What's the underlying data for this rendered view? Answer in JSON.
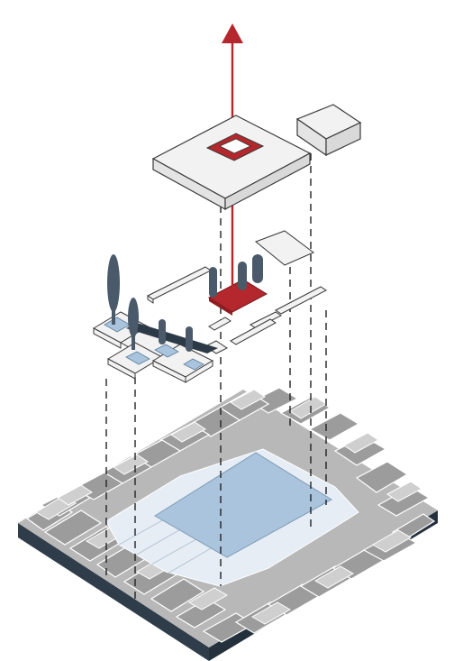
{
  "diagram": {
    "type": "exploded-axonometric",
    "layers": [
      {
        "id": "roof",
        "description": "courtyard-roof-block"
      },
      {
        "id": "annex",
        "description": "annex-box"
      },
      {
        "id": "ground-plan",
        "description": "pavilions-trees-walls"
      },
      {
        "id": "site",
        "description": "urban-block-with-open-plaza"
      }
    ],
    "colors": {
      "accent": "#b3272d",
      "building_fill": "#f2f2f2",
      "outline": "#3a3a3a",
      "water": "#a9c4dc",
      "tree": "#4a5a6a",
      "site_buildings": "#9c9c9c",
      "site_buildings_light": "#c9c9c9",
      "site_base": "#2f3d4a",
      "plaza": "#dfe8f1"
    },
    "icons": [
      "up-arrow-icon"
    ]
  }
}
